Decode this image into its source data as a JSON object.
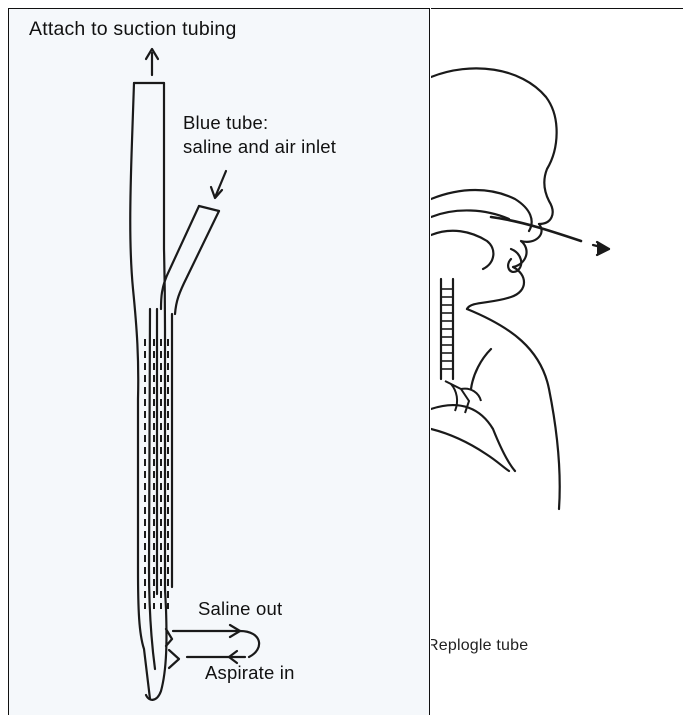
{
  "left_panel": {
    "label_top": "Attach to suction tubing",
    "label_blue_line1": "Blue tube:",
    "label_blue_line2": "saline and air inlet",
    "label_saline_out": "Saline out",
    "label_aspirate_in": "Aspirate in"
  },
  "right_panel": {
    "caption": "Replogle tube"
  }
}
